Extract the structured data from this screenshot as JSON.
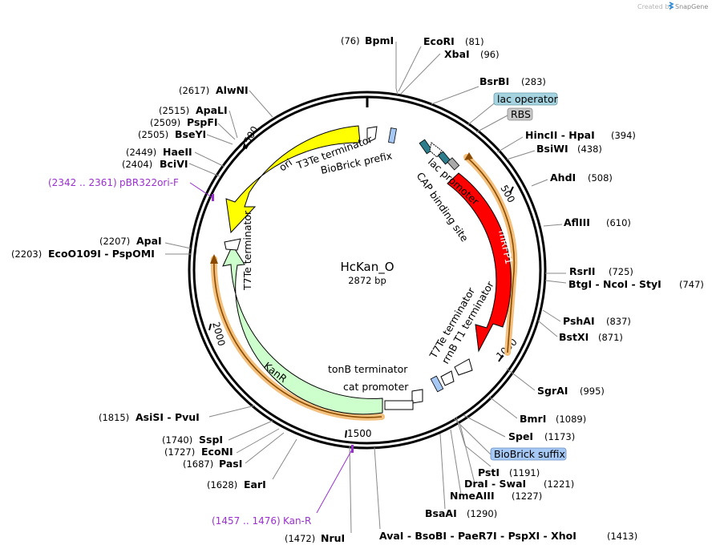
{
  "credit": {
    "prefix": "Created by",
    "brand": "SnapGene"
  },
  "plasmid": {
    "name": "HcKan_O",
    "length_label": "2872 bp",
    "length": 2872
  },
  "ticks": [
    "500",
    "1000",
    "1500",
    "2000",
    "2500"
  ],
  "enzymes": [
    {
      "id": "bpmi",
      "pos": "(76)",
      "name": "BpmI"
    },
    {
      "id": "ecori",
      "name": "EcoRI",
      "pos": "(81)"
    },
    {
      "id": "xbai",
      "name": "XbaI",
      "pos": "(96)"
    },
    {
      "id": "bsrbi",
      "name": "BsrBI",
      "pos": "(283)"
    },
    {
      "id": "hincii",
      "name": "HincII  -  HpaI",
      "pos": "(394)"
    },
    {
      "id": "bsiwi",
      "name": "BsiWI",
      "pos": "(438)"
    },
    {
      "id": "ahdi",
      "name": "AhdI",
      "pos": "(508)"
    },
    {
      "id": "afliii",
      "name": "AflIII",
      "pos": "(610)"
    },
    {
      "id": "rsrii",
      "name": "RsrII",
      "pos": "(725)"
    },
    {
      "id": "btgi",
      "name": "BtgI  -  NcoI  -  StyI",
      "pos": "(747)"
    },
    {
      "id": "pshai",
      "name": "PshAI",
      "pos": "(837)"
    },
    {
      "id": "bstxi",
      "name": "BstXI",
      "pos": "(871)"
    },
    {
      "id": "sgrai",
      "name": "SgrAI",
      "pos": "(995)"
    },
    {
      "id": "bmri",
      "name": "BmrI",
      "pos": "(1089)"
    },
    {
      "id": "spei",
      "name": "SpeI",
      "pos": "(1173)"
    },
    {
      "id": "psti",
      "name": "PstI",
      "pos": "(1191)"
    },
    {
      "id": "drai",
      "name": "DraI  -  SwaI",
      "pos": "(1221)"
    },
    {
      "id": "nmeaiii",
      "name": "NmeAIII",
      "pos": "(1227)"
    },
    {
      "id": "bsaai",
      "name": "BsaAI",
      "pos": "(1290)"
    },
    {
      "id": "avai",
      "name": "AvaI  -  BsoBI  -  PaeR7I  -  PspXI  -  XhoI",
      "pos": "(1413)"
    },
    {
      "id": "nrui",
      "pos": "(1472)",
      "name": "NruI"
    },
    {
      "id": "eari",
      "pos": "(1628)",
      "name": "EarI"
    },
    {
      "id": "pasi",
      "pos": "(1687)",
      "name": "PasI"
    },
    {
      "id": "econi",
      "pos": "(1727)",
      "name": "EcoNI"
    },
    {
      "id": "sspi",
      "pos": "(1740)",
      "name": "SspI"
    },
    {
      "id": "asisi",
      "pos": "(1815)",
      "name": "AsiSI  -  PvuI"
    },
    {
      "id": "ecoo",
      "pos": "(2203)",
      "name": "EcoO109I  -  PspOMI"
    },
    {
      "id": "apai",
      "pos": "(2207)",
      "name": "ApaI"
    },
    {
      "id": "bcivi",
      "pos": "(2404)",
      "name": "BciVI"
    },
    {
      "id": "haeii",
      "pos": "(2449)",
      "name": "HaeII"
    },
    {
      "id": "bseyi",
      "pos": "(2505)",
      "name": "BseYI"
    },
    {
      "id": "pspfi",
      "pos": "(2509)",
      "name": "PspFI"
    },
    {
      "id": "apali",
      "pos": "(2515)",
      "name": "ApaLI"
    },
    {
      "id": "alwni",
      "pos": "(2617)",
      "name": "AlwNI"
    }
  ],
  "primers": [
    {
      "id": "pbr",
      "range": "(2342 .. 2361)",
      "name": "pBR322ori-F"
    },
    {
      "id": "kan",
      "range": "(1457 .. 1476)",
      "name": "Kan-R"
    }
  ],
  "feature_boxes": [
    {
      "id": "lacop",
      "label": "lac operator"
    },
    {
      "id": "rbs",
      "label": "RBS"
    },
    {
      "id": "biobrick",
      "label": "BioBrick suffix"
    }
  ],
  "features": {
    "ori": "ori",
    "mrfp1": "mRFP1",
    "kanr": "KanR",
    "t3te": "T3Te terminator",
    "biobrick_prefix": "BioBrick prefix",
    "lac_promoter": "lac promoter",
    "cap_site": "CAP binding site",
    "t7te_left": "T7Te terminator",
    "t7te_right": "T7Te terminator",
    "rrnb": "rrnB T1 terminator",
    "tonb": "tonB terminator",
    "cat_promoter": "cat promoter"
  },
  "colors": {
    "ori": "#ffff00",
    "mrfp1": "#ff0000",
    "kanr": "#ccffcc",
    "orf_highlight": "#f3c07d",
    "lac_box": "#a6d3e0",
    "rbs_box": "#c8c8c8",
    "biobrick_box": "#a6c8f5",
    "primer": "#9b30d0",
    "promoter_teal": "#2e7d8c",
    "brand": "#2c8bd6"
  }
}
